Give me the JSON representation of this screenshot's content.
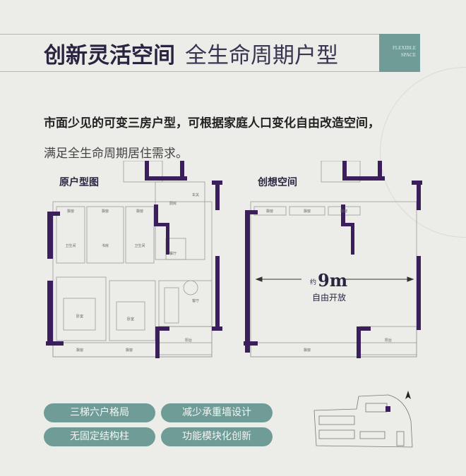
{
  "header": {
    "title_bold": "创新灵活空间",
    "title_light": "全生命周期户型",
    "badge_line1": "FLEXIBLE",
    "badge_line2": "SPACE"
  },
  "intro": {
    "line1": "市面少见的可变三房户型，可根据家庭人口变化自由改造空间，",
    "line2": "满足全生命周期居住需求。"
  },
  "plans": {
    "original": {
      "label": "原户型图",
      "rooms": {
        "bay1": "飘窗",
        "bay2": "飘窗",
        "bay3": "飘窗",
        "study": "书房",
        "bath1": "卫生间",
        "bath2": "卫生间",
        "kitchen": "厨房",
        "entry": "玄关",
        "dining": "餐厅",
        "living": "客厅",
        "bed1": "卧室",
        "bed2": "卧室",
        "bay4": "飘窗",
        "bay5": "飘窗",
        "balcony": "阳台"
      }
    },
    "creative": {
      "label": "创想空间",
      "span": "9m",
      "span_prefix": "约",
      "open_text": "自由开放",
      "rooms": {
        "bay1": "飘窗",
        "bay2": "飘窗",
        "bay3": "飘窗",
        "bay4": "飘窗",
        "balcony": "阳台"
      }
    }
  },
  "features": [
    "三梯六户格局",
    "减少承重墙设计",
    "无固定结构柱",
    "功能模块化创新"
  ],
  "colors": {
    "wall": "#3b1f5c",
    "accent": "#6f9c96",
    "bg": "#ecece8"
  }
}
